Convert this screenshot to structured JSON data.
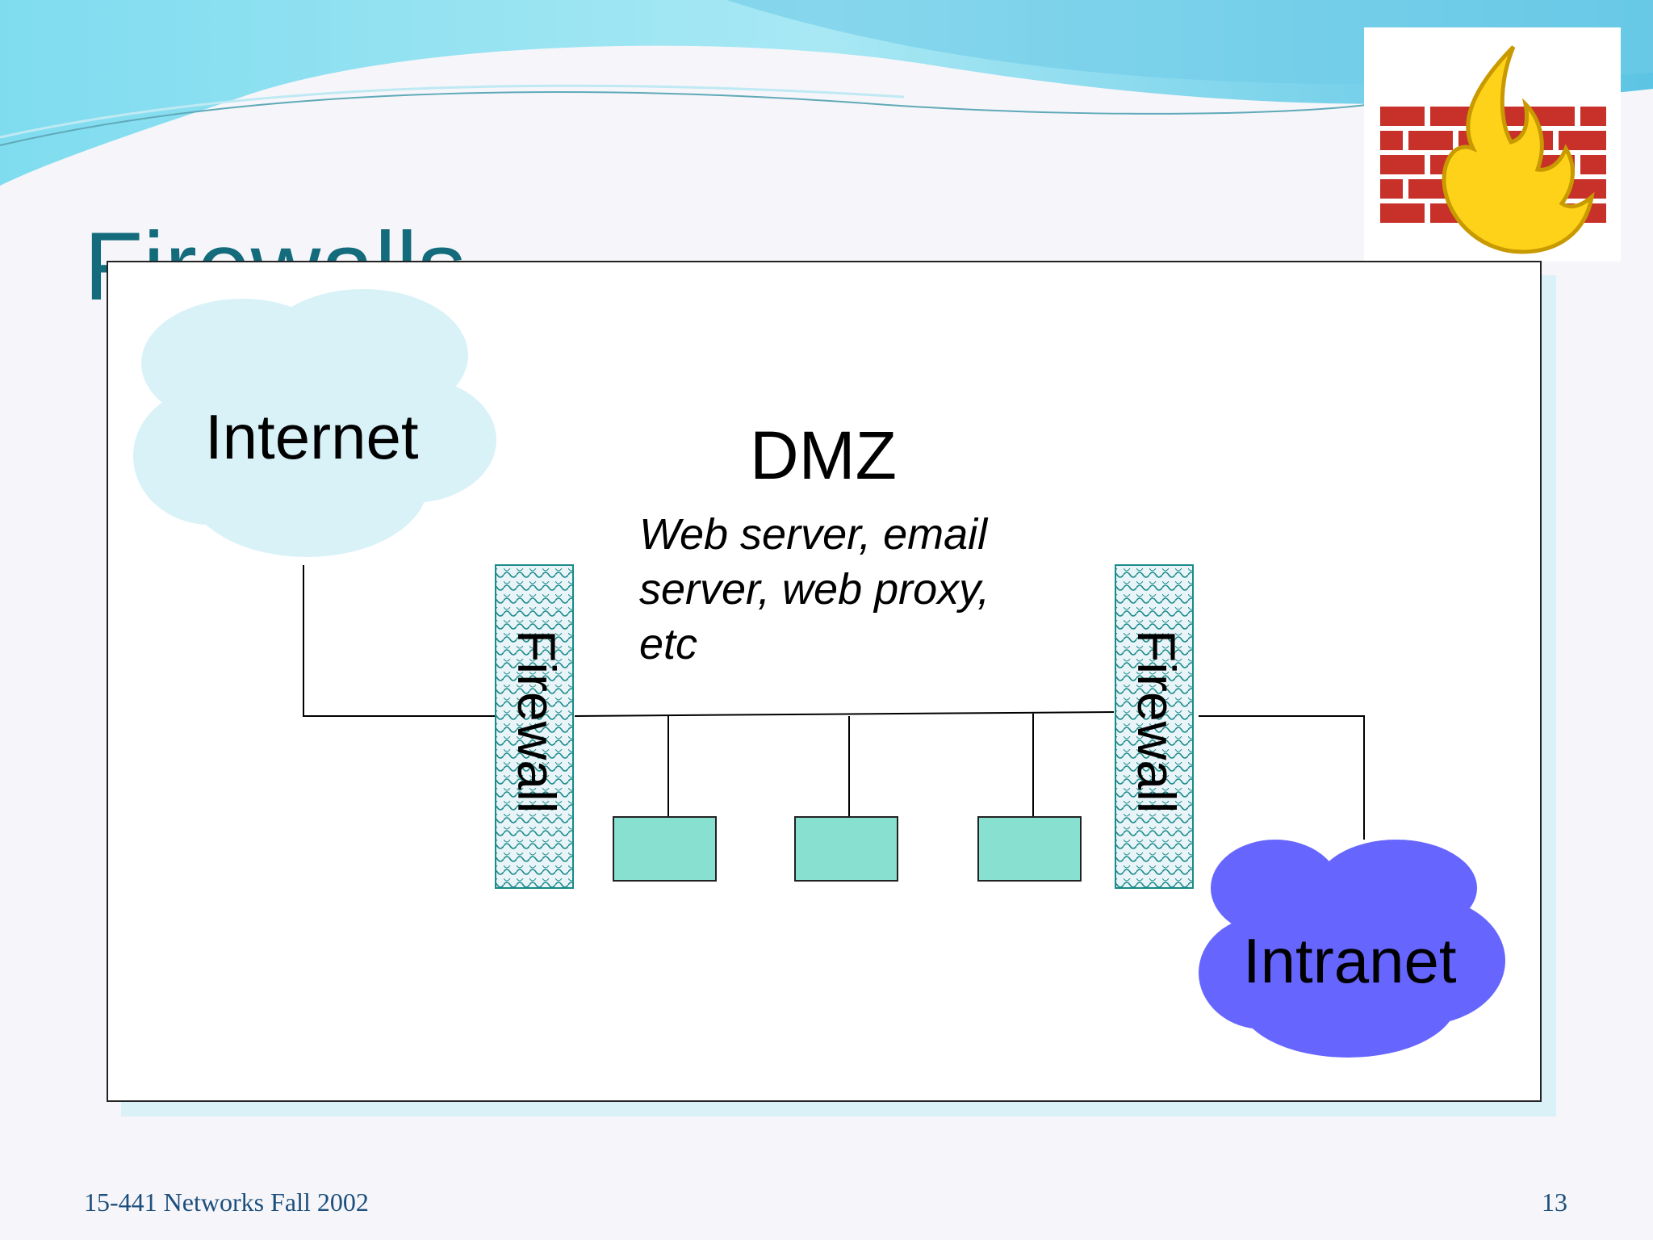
{
  "slide": {
    "title": "Firewalls",
    "footer_left": "15-441 Networks Fall 2002",
    "page_number": "13"
  },
  "diagram": {
    "internet_label": "Internet",
    "intranet_label": "Intranet",
    "dmz_label": "DMZ",
    "dmz_desc_lines": [
      "Web server, email",
      "server, web proxy,",
      "etc"
    ],
    "firewall_left_label": "Firewall",
    "firewall_right_label": "Firewall"
  },
  "colors": {
    "title": "#136b7c",
    "internet_cloud": "#d8f2f8",
    "intranet_cloud": "#6666ff",
    "server_box": "#88e0d0",
    "firewall_fill": "#e8f4f8",
    "firewall_pattern": "#1a8a8a"
  },
  "icons": {
    "logo": "brick-wall-fire-icon"
  }
}
